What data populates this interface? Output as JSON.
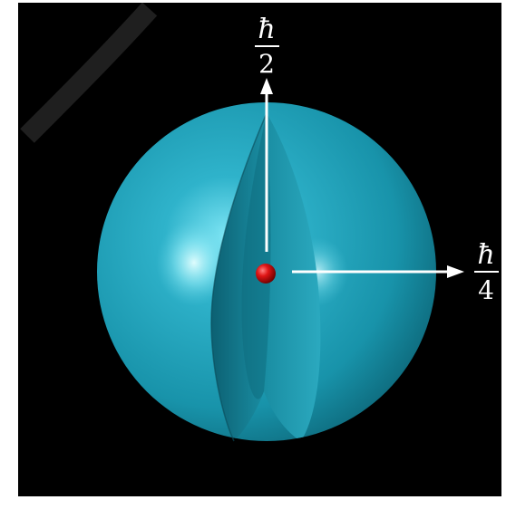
{
  "figure": {
    "background_color": "#000000",
    "frame_color": "#ffffff",
    "sphere_color": "#1aa3bd",
    "sphere_dark_color": "#0a5c6e",
    "inner_cut_color": "#137c90",
    "particle_color": "#d81010",
    "arrow_color": "#ffffff"
  },
  "labels": {
    "vertical_numerator": "ħ",
    "vertical_denominator": "2",
    "horizontal_numerator": "ħ",
    "horizontal_denominator": "4"
  }
}
